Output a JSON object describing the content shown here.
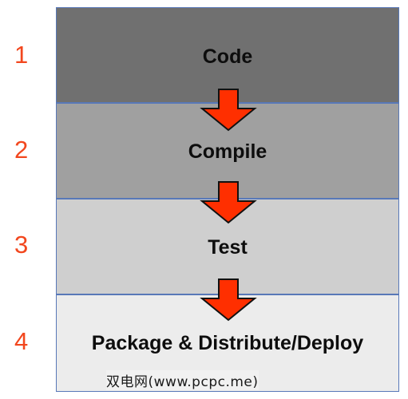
{
  "stages": [
    {
      "number": "1",
      "label": "Code",
      "fill": "#707070"
    },
    {
      "number": "2",
      "label": "Compile",
      "fill": "#a0a0a0"
    },
    {
      "number": "3",
      "label": "Test",
      "fill": "#cfcfcf"
    },
    {
      "number": "4",
      "label": "Package & Distribute/Deploy",
      "fill": "#ececec"
    }
  ],
  "colors": {
    "arrow_fill": "#ff2f00",
    "arrow_stroke": "#111111",
    "number_color": "#f2471e",
    "box_border": "#5878b8"
  },
  "watermark": "双电网(www.pcpc.me)"
}
